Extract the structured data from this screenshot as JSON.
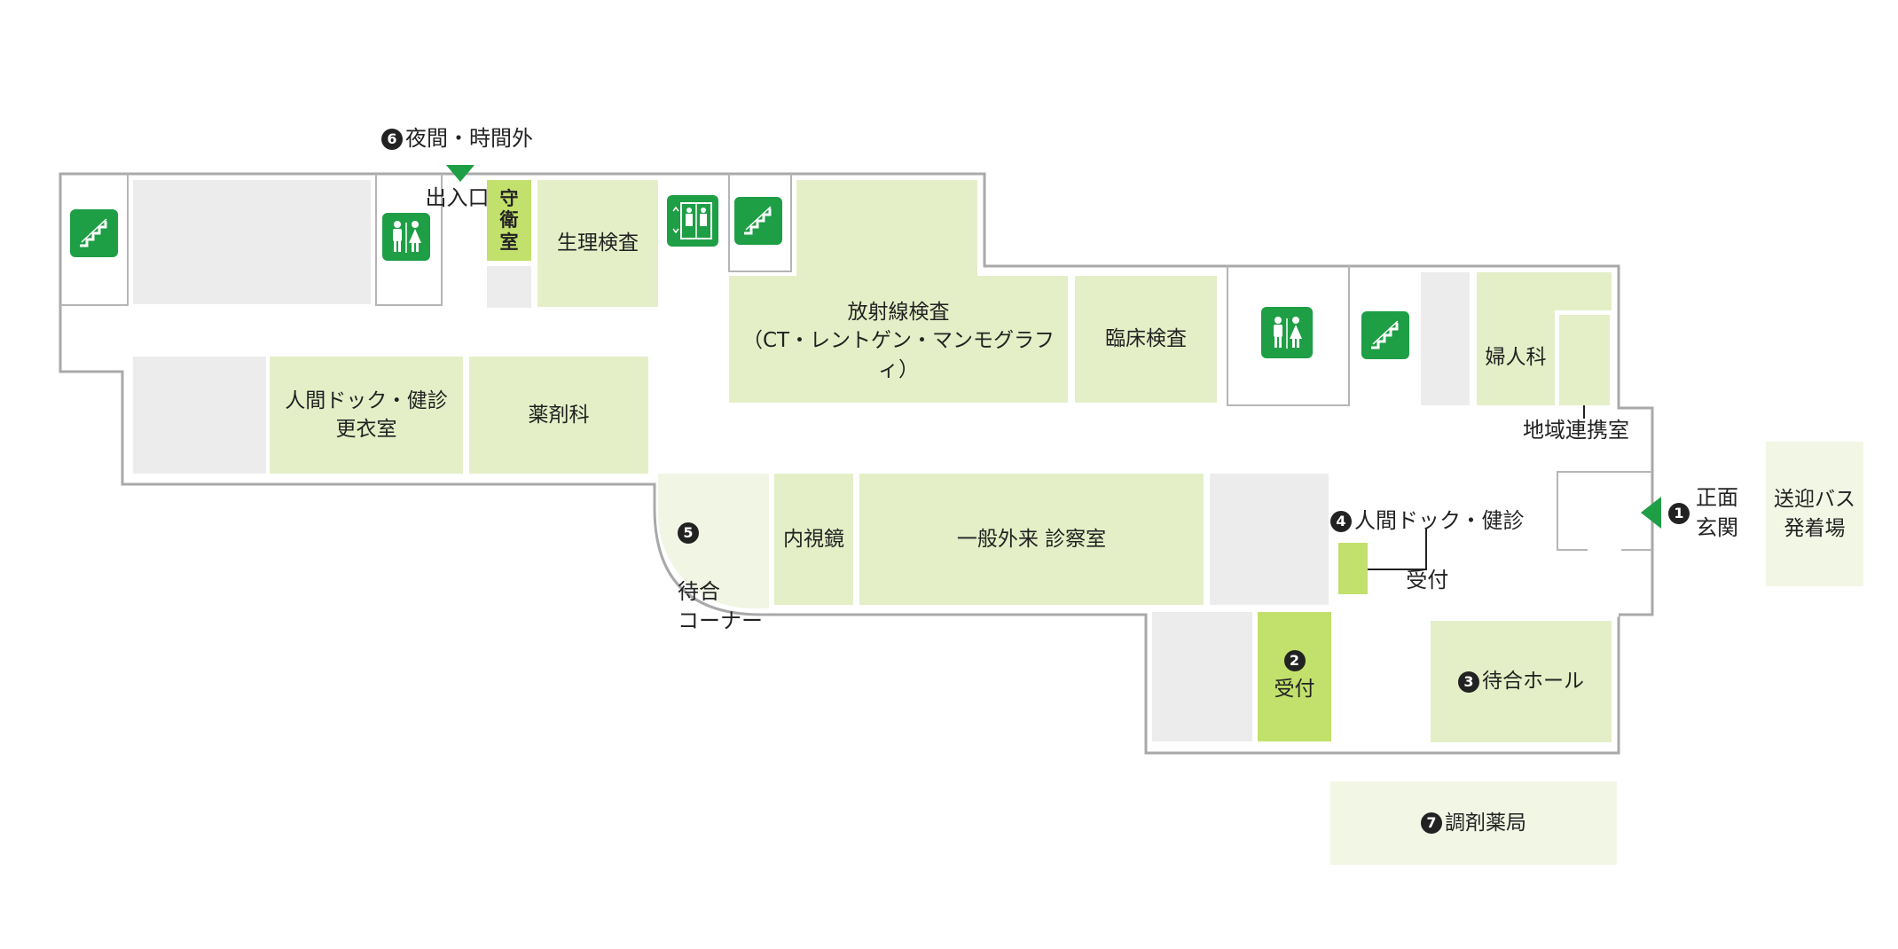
{
  "colors": {
    "room": "#e4efc7",
    "gray": "#ececec",
    "accent": "#1e9e45",
    "highlight": "#c2e06c",
    "wall": "#a9a9a9"
  },
  "icons": {
    "stairs": "stairs-icon",
    "restroom": "restroom-icon",
    "elevator": "elevator-icon",
    "entrance_arrow": "triangle-arrow-icon",
    "marker": "dot-marker-icon"
  },
  "rooms": {
    "guard": "守\n衛\n室",
    "physiology": "生理検査",
    "radiology": "放射線検査\n（CT・レントゲン・マンモグラフィ）",
    "clinical_lab": "臨床検査",
    "gynecology": "婦人科",
    "dock_locker": "人間ドック・健診\n更衣室",
    "pharmacy_dept": "薬剤科",
    "endoscopy": "内視鏡",
    "outpatient": "一般外来 診察室",
    "regional": "地域連携室",
    "shuttle": "送迎バス\n発着場"
  },
  "points": {
    "p1": {
      "num": "1",
      "label": "正面\n玄関"
    },
    "p2": {
      "num": "2",
      "label": "受付"
    },
    "p3": {
      "num": "3",
      "label": "待合ホール"
    },
    "p4": {
      "num": "4",
      "label": "人間ドック・健診",
      "sub": "受付"
    },
    "p5": {
      "num": "5",
      "label": "待合\nコーナー"
    },
    "p6": {
      "num": "6",
      "label": "夜間・時間外",
      "sub": "出入口"
    },
    "p7": {
      "num": "7",
      "label": "調剤薬局"
    }
  }
}
